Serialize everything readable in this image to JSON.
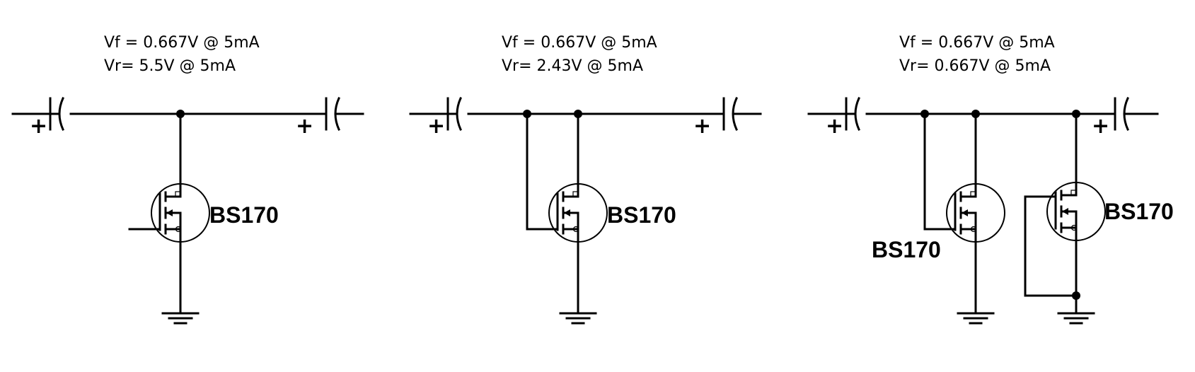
{
  "circuits": [
    {
      "vf": "Vf = 0.667V @ 5mA",
      "vr": "Vr= 5.5V @ 5mA",
      "parts": [
        "BS170"
      ]
    },
    {
      "vf": "Vf = 0.667V @ 5mA",
      "vr": "Vr= 2.43V @ 5mA",
      "parts": [
        "BS170"
      ]
    },
    {
      "vf": "Vf = 0.667V @ 5mA",
      "vr": "Vr= 0.667V @ 5mA",
      "parts": [
        "BS170",
        "BS170"
      ]
    }
  ],
  "capacitor_polarity": "+"
}
